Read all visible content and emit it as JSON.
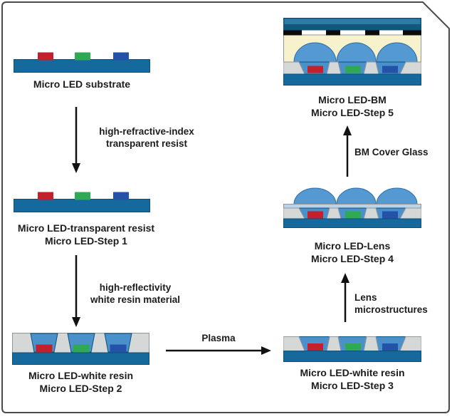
{
  "diagram_type": "process-flow",
  "colors": {
    "substrate_blue": "#16699c",
    "cover_glass_top": "#2d7ca6",
    "cover_glass_bottom": "#11587f",
    "chip_red": "#c2202a",
    "chip_green": "#2fa953",
    "chip_blue": "#2452a8",
    "resist_blue": "#4a91cb",
    "lens_blue": "#5599d3",
    "pale_blue_strip": "#b9d3e9",
    "white_resin_gray": "#d6d8d7",
    "cream_fill": "#f7f1cc",
    "black_matrix": "#0b0b0b",
    "outline_dark": "#0e4f79",
    "outline_gray": "#8f969c",
    "dome_outline": "#2e6da4",
    "arrow_black": "#111111",
    "frame_border": "#4a4a4a",
    "text_color": "#1c1c1c"
  },
  "figures": {
    "substrate": {
      "caption": [
        "Micro LED substrate"
      ]
    },
    "step1": {
      "caption": [
        "Micro LED-transparent resist",
        "Micro LED-Step 1"
      ]
    },
    "step2": {
      "caption": [
        "Micro LED-white resin",
        "Micro LED-Step 2"
      ]
    },
    "step3": {
      "caption": [
        "Micro LED-white resin",
        "Micro LED-Step 3"
      ]
    },
    "step4": {
      "caption": [
        "Micro LED-Lens",
        "Micro LED-Step 4"
      ]
    },
    "step5": {
      "caption": [
        "Micro LED-BM",
        "Micro LED-Step 5"
      ]
    }
  },
  "arrows": {
    "resist": {
      "label": [
        "high-refractive-index",
        "transparent resist"
      ]
    },
    "white_resin": {
      "label": [
        "high-reflectivity",
        "white resin material"
      ]
    },
    "plasma": {
      "label": [
        "Plasma"
      ]
    },
    "lens": {
      "label": [
        "Lens",
        "microstructures"
      ]
    },
    "bm": {
      "label": [
        "BM Cover Glass"
      ]
    }
  }
}
